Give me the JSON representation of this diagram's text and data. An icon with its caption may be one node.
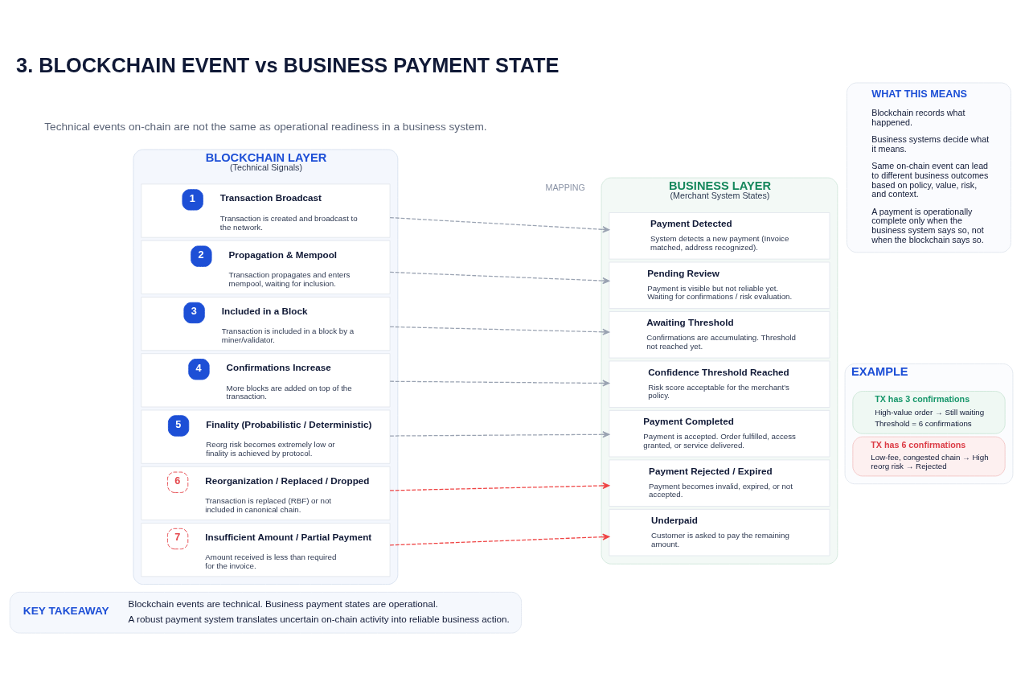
{
  "diagram": {
    "title": "3. BLOCKCHAIN EVENT vs BUSINESS PAYMENT STATE",
    "nodes": [
      {
        "text": [
          "BLOCKCHAIN LAYER",
          "(Technical Signals)"
        ]
      },
      {
        "text": [
          "1",
          "Transaction Broadcast",
          "Transaction is created and broadcast to the network."
        ],
        "in": 0
      },
      {
        "text": [
          "2",
          "Propagation & Mempool",
          "Transaction propagates and enters mempool, waiting for inclusion."
        ],
        "in": 0
      },
      {
        "text": [
          "3",
          "Included in a Block",
          "Transaction is included in a block by a miner/validator."
        ],
        "in": 0
      },
      {
        "text": [
          "4",
          "Confirmations Increase",
          "More blocks are added on top of the transaction."
        ],
        "in": 0
      },
      {
        "text": [
          "5",
          "Finality (Probabilistic / Deterministic)",
          "Reorg risk becomes extremely low or finality is achieved by protocol."
        ],
        "in": 0
      },
      {
        "text": [
          "6",
          "Reorganization / Replaced / Dropped",
          "Transaction is replaced (RBF) or not included in canonical chain."
        ],
        "in": 0
      },
      {
        "text": [
          "7",
          "Insufficient Amount / Partial Payment",
          "Amount received is less than required for the invoice."
        ],
        "in": 0
      },
      {
        "text": [
          "BUSINESS LAYER",
          "(Merchant System States)"
        ]
      },
      {
        "text": [
          "Payment Detected",
          "System detects a new payment (Invoice matched, address recognized)."
        ],
        "in": 8
      },
      {
        "text": [
          "Pending Review",
          "Payment is visible but not reliable yet. Waiting for confirmations / risk evaluation."
        ],
        "in": 8
      },
      {
        "text": [
          "Awaiting Threshold",
          "Confirmations are accumulating. Threshold not reached yet."
        ],
        "in": 8
      },
      {
        "text": [
          "Confidence Threshold Reached",
          "Risk score acceptable for the merchant's policy."
        ],
        "in": 8
      },
      {
        "text": [
          "Payment Completed",
          "Payment is accepted. Order fulfilled, access granted, or service delivered."
        ],
        "in": 8
      },
      {
        "text": [
          "Payment Rejected / Expired",
          "Payment becomes invalid, expired, or not accepted."
        ],
        "in": 8
      },
      {
        "text": [
          "Underpaid",
          "Customer is asked to pay the remaining amount."
        ],
        "in": 8
      },
      {
        "text": [
          "WHAT THIS MEANS",
          "Blockchain records what happened.",
          "Business systems decide what it means.",
          "Same on-chain event can lead to different business outcomes based on policy, value, risk, and context.",
          "A payment is operationally complete only when the business system says so, not when the blockchain says so."
        ]
      },
      {
        "text": [
          "EXAMPLE"
        ]
      },
      {
        "text": [
          "TX has 3 confirmations",
          "High-value order → Still waiting",
          "Threshold = 6 confirmations"
        ],
        "in": 17
      },
      {
        "text": [
          "TX has 6 confirmations",
          "Low-fee, congested chain → High reorg risk → Rejected"
        ],
        "in": 17
      },
      {
        "text": [
          "KEY TAKEAWAY",
          "Blockchain events are technical. Business payment states are operational.",
          "A robust payment system translates uncertain on-chain activity into reliable business action."
        ]
      }
    ],
    "edges": [
      {
        "from": 1,
        "to": 9,
        "arrow": "to",
        "style": "dashed"
      },
      {
        "from": 2,
        "to": 10,
        "arrow": "to",
        "style": "dashed"
      },
      {
        "from": 3,
        "to": 11,
        "arrow": "to",
        "style": "dashed"
      },
      {
        "from": 4,
        "to": 12,
        "arrow": "to",
        "style": "dashed"
      },
      {
        "from": 5,
        "to": 13,
        "arrow": "to",
        "style": "dashed"
      },
      {
        "from": 6,
        "to": 14,
        "arrow": "to",
        "style": "dashed",
        "color": "#ef4444"
      },
      {
        "from": 7,
        "to": 15,
        "arrow": "to",
        "style": "dashed",
        "color": "#ef4444"
      }
    ],
    "labels": [
      "Technical events on-chain are not the same as operational readiness in a business system.",
      "MAPPING"
    ]
  }
}
